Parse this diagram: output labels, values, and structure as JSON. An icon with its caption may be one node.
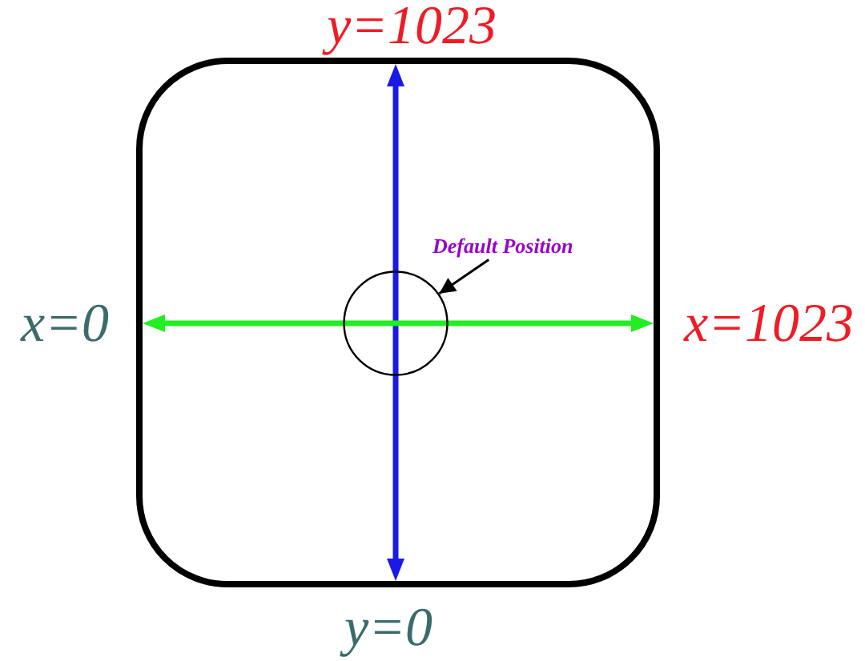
{
  "diagram": {
    "nodes": [
      {
        "text": [
          "Default Position"
        ]
      },
      {
        "text": [],
        "shape": "circle"
      }
    ],
    "edges": [
      {
        "from": 0,
        "to": 1,
        "arrow": "to"
      }
    ],
    "labels": [
      "y=1023",
      "x=0",
      "x=1023",
      "y=0"
    ]
  }
}
